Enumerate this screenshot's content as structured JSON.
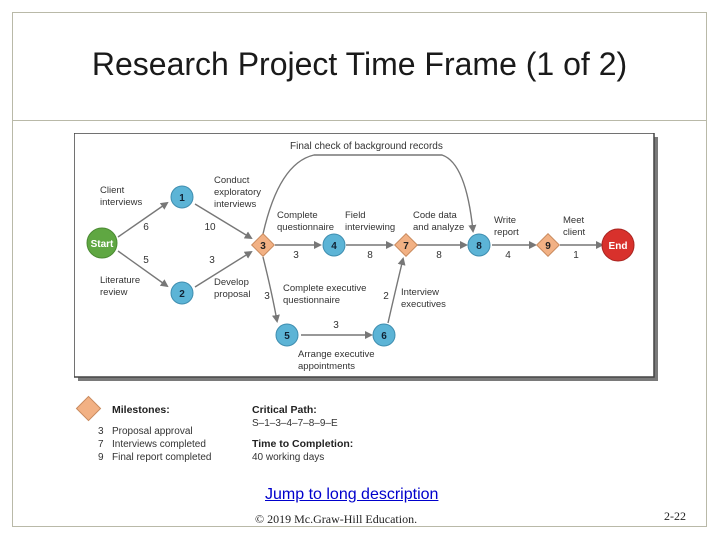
{
  "slide": {
    "title": "Research Project Time Frame (1 of 2)",
    "link_text": "Jump to long description",
    "copyright": "© 2019 Mc.Graw-Hill Education.",
    "slide_number": "2-22"
  },
  "diagram": {
    "top_label": "Final check of background records",
    "nodes": [
      {
        "id": "start",
        "label": "Start"
      },
      {
        "id": "1",
        "label": "1"
      },
      {
        "id": "2",
        "label": "2"
      },
      {
        "id": "3",
        "label": "3"
      },
      {
        "id": "4",
        "label": "4"
      },
      {
        "id": "5",
        "label": "5"
      },
      {
        "id": "6",
        "label": "6"
      },
      {
        "id": "7",
        "label": "7"
      },
      {
        "id": "8",
        "label": "8"
      },
      {
        "id": "9",
        "label": "9"
      },
      {
        "id": "end",
        "label": "End"
      }
    ],
    "activity_labels": [
      [
        "Client",
        "interviews"
      ],
      [
        "Conduct",
        "exploratory",
        "interviews"
      ],
      [
        "Literature",
        "review"
      ],
      [
        "Develop",
        "proposal"
      ],
      [
        "Complete",
        "questionnaire"
      ],
      [
        "Field",
        "interviewing"
      ],
      [
        "Code data",
        "and analyze"
      ],
      [
        "Write",
        "report"
      ],
      [
        "Meet",
        "client"
      ],
      [
        "Complete executive",
        "questionnaire"
      ],
      [
        "Interview",
        "executives"
      ],
      [
        "Arrange executive",
        "appointments"
      ]
    ],
    "durations": [
      "6",
      "10",
      "5",
      "3",
      "3",
      "8",
      "8",
      "4",
      "1",
      "3",
      "3",
      "2"
    ],
    "colors": {
      "start": "#5fa742",
      "end": "#d8312c",
      "event": "#5cb4d6",
      "milestone": "#f2b184",
      "arrow": "#777777"
    }
  },
  "legend": {
    "milestones_title": "Milestones:",
    "milestones": [
      {
        "num": "3",
        "text": "Proposal approval"
      },
      {
        "num": "7",
        "text": "Interviews completed"
      },
      {
        "num": "9",
        "text": "Final report completed"
      }
    ],
    "critical_path_title": "Critical Path:",
    "critical_path": "S–1–3–4–7–8–9–E",
    "time_title": "Time to Completion:",
    "time_value": "40 working days"
  }
}
